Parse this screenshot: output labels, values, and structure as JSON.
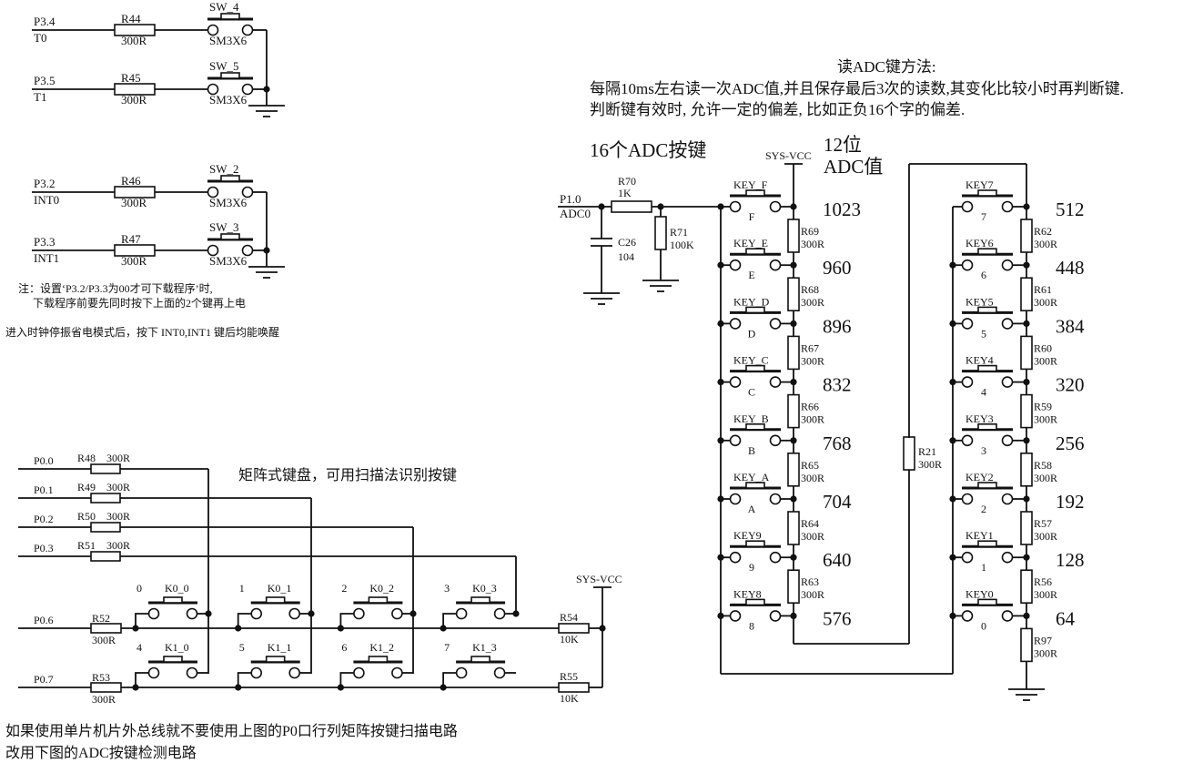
{
  "colors": {
    "ink": "#111111",
    "background": "#ffffff"
  },
  "sw_section": {
    "pairs": [
      {
        "rows": [
          {
            "net": "P3.4",
            "alt": "T0",
            "resistor": "R44",
            "value": "300R",
            "switch": "SW_4",
            "part": "SM3X6"
          },
          {
            "net": "P3.5",
            "alt": "T1",
            "resistor": "R45",
            "value": "300R",
            "switch": "SW_5",
            "part": "SM3X6"
          }
        ]
      },
      {
        "rows": [
          {
            "net": "P3.2",
            "alt": "INT0",
            "resistor": "R46",
            "value": "300R",
            "switch": "SW_2",
            "part": "SM3X6"
          },
          {
            "net": "P3.3",
            "alt": "INT1",
            "resistor": "R47",
            "value": "300R",
            "switch": "SW_3",
            "part": "SM3X6"
          }
        ]
      }
    ],
    "note_line1": "注：设置‘P3.2/P3.3为00才可下载程序’时,",
    "note_line2": "下载程序前要先同时按下上面的2个键再上电",
    "note_line3": "进入时钟停振省电模式后，按下 INT0,INT1 键后均能唤醒"
  },
  "adc_method": {
    "title": "读ADC键方法:",
    "line1": "每隔10ms左右读一次ADC值,并且保存最后3次的读数,其变化比较小时再判断键.",
    "line2": "判断键有效时, 允许一定的偏差, 比如正负16个字的偏差."
  },
  "adc_section": {
    "title": "16个ADC按键",
    "vcc": "SYS-VCC",
    "adc_header_1": "12位",
    "adc_header_2": "ADC值",
    "input_net": "P1.0",
    "input_alt": "ADC0",
    "r70": {
      "ref": "R70",
      "value": "1K"
    },
    "r71": {
      "ref": "R71",
      "value": "100K"
    },
    "c26": {
      "ref": "C26",
      "value": "104"
    },
    "r21": {
      "ref": "R21",
      "value": "300R"
    },
    "r97": {
      "ref": "R97",
      "value": "300R"
    },
    "left_column": [
      {
        "key": "KEY_F",
        "label": "F",
        "adc": "1023",
        "resistor": "R69",
        "value": "300R"
      },
      {
        "key": "KEY_E",
        "label": "E",
        "adc": "960",
        "resistor": "R68",
        "value": "300R"
      },
      {
        "key": "KEY_D",
        "label": "D",
        "adc": "896",
        "resistor": "R67",
        "value": "300R"
      },
      {
        "key": "KEY_C",
        "label": "C",
        "adc": "832",
        "resistor": "R66",
        "value": "300R"
      },
      {
        "key": "KEY_B",
        "label": "B",
        "adc": "768",
        "resistor": "R65",
        "value": "300R"
      },
      {
        "key": "KEY_A",
        "label": "A",
        "adc": "704",
        "resistor": "R64",
        "value": "300R"
      },
      {
        "key": "KEY9",
        "label": "9",
        "adc": "640",
        "resistor": "R63",
        "value": "300R"
      },
      {
        "key": "KEY8",
        "label": "8",
        "adc": "576",
        "resistor": "",
        "value": ""
      }
    ],
    "right_column": [
      {
        "key": "KEY7",
        "label": "7",
        "adc": "512",
        "resistor": "R62",
        "value": "300R"
      },
      {
        "key": "KEY6",
        "label": "6",
        "adc": "448",
        "resistor": "R61",
        "value": "300R"
      },
      {
        "key": "KEY5",
        "label": "5",
        "adc": "384",
        "resistor": "R60",
        "value": "300R"
      },
      {
        "key": "KEY4",
        "label": "4",
        "adc": "320",
        "resistor": "R59",
        "value": "300R"
      },
      {
        "key": "KEY3",
        "label": "3",
        "adc": "256",
        "resistor": "R58",
        "value": "300R"
      },
      {
        "key": "KEY2",
        "label": "2",
        "adc": "192",
        "resistor": "R57",
        "value": "300R"
      },
      {
        "key": "KEY1",
        "label": "1",
        "adc": "128",
        "resistor": "R56",
        "value": "300R"
      },
      {
        "key": "KEY0",
        "label": "0",
        "adc": "64",
        "resistor": "",
        "value": ""
      }
    ]
  },
  "matrix_section": {
    "title": "矩阵式键盘，可用扫描法识别按键",
    "columns": [
      {
        "net": "P0.0",
        "resistor": "R48",
        "value": "300R"
      },
      {
        "net": "P0.1",
        "resistor": "R49",
        "value": "300R"
      },
      {
        "net": "P0.2",
        "resistor": "R50",
        "value": "300R"
      },
      {
        "net": "P0.3",
        "resistor": "R51",
        "value": "300R"
      }
    ],
    "rows": [
      {
        "net": "P0.6",
        "resistor": "R52",
        "value": "300R",
        "pullup": "R54",
        "pullup_value": "10K",
        "keys": [
          {
            "num": "0",
            "ref": "K0_0"
          },
          {
            "num": "1",
            "ref": "K0_1"
          },
          {
            "num": "2",
            "ref": "K0_2"
          },
          {
            "num": "3",
            "ref": "K0_3"
          }
        ]
      },
      {
        "net": "P0.7",
        "resistor": "R53",
        "value": "300R",
        "pullup": "R55",
        "pullup_value": "10K",
        "keys": [
          {
            "num": "4",
            "ref": "K1_0"
          },
          {
            "num": "5",
            "ref": "K1_1"
          },
          {
            "num": "6",
            "ref": "K1_2"
          },
          {
            "num": "7",
            "ref": "K1_3"
          }
        ]
      }
    ],
    "vcc": "SYS-VCC",
    "footer_line1": "如果使用单片机片外总线就不要使用上图的P0口行列矩阵按键扫描电路",
    "footer_line2": "改用下图的ADC按键检测电路"
  }
}
